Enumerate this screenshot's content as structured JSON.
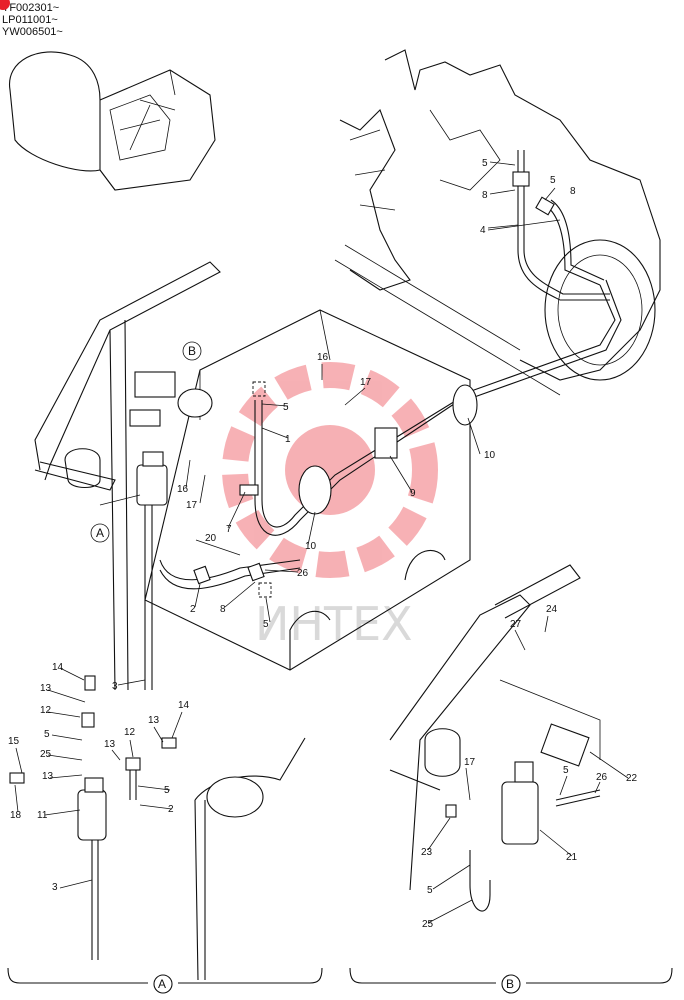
{
  "serials": [
    "YF002301~",
    "LP011001~",
    "YW006501~"
  ],
  "watermark": {
    "text": "ИНТЕХ",
    "logo_color": "#e8202a"
  },
  "colors": {
    "line": "#111111",
    "badge": "#e8202a"
  },
  "section_labels": {
    "A": "A",
    "B": "B"
  },
  "callouts": {
    "main": [
      "5",
      "8",
      "5",
      "8",
      "4",
      "16",
      "17",
      "5",
      "1",
      "10",
      "9",
      "10",
      "B",
      "16",
      "17",
      "7",
      "A",
      "20",
      "26",
      "2",
      "8",
      "5",
      "3"
    ],
    "detail_a": [
      "14",
      "13",
      "12",
      "5",
      "25",
      "13",
      "15",
      "18",
      "11",
      "3",
      "12",
      "13",
      "13",
      "14",
      "5",
      "2"
    ],
    "detail_b": [
      "24",
      "27",
      "17",
      "5",
      "26",
      "22",
      "23",
      "21",
      "5",
      "25"
    ]
  }
}
